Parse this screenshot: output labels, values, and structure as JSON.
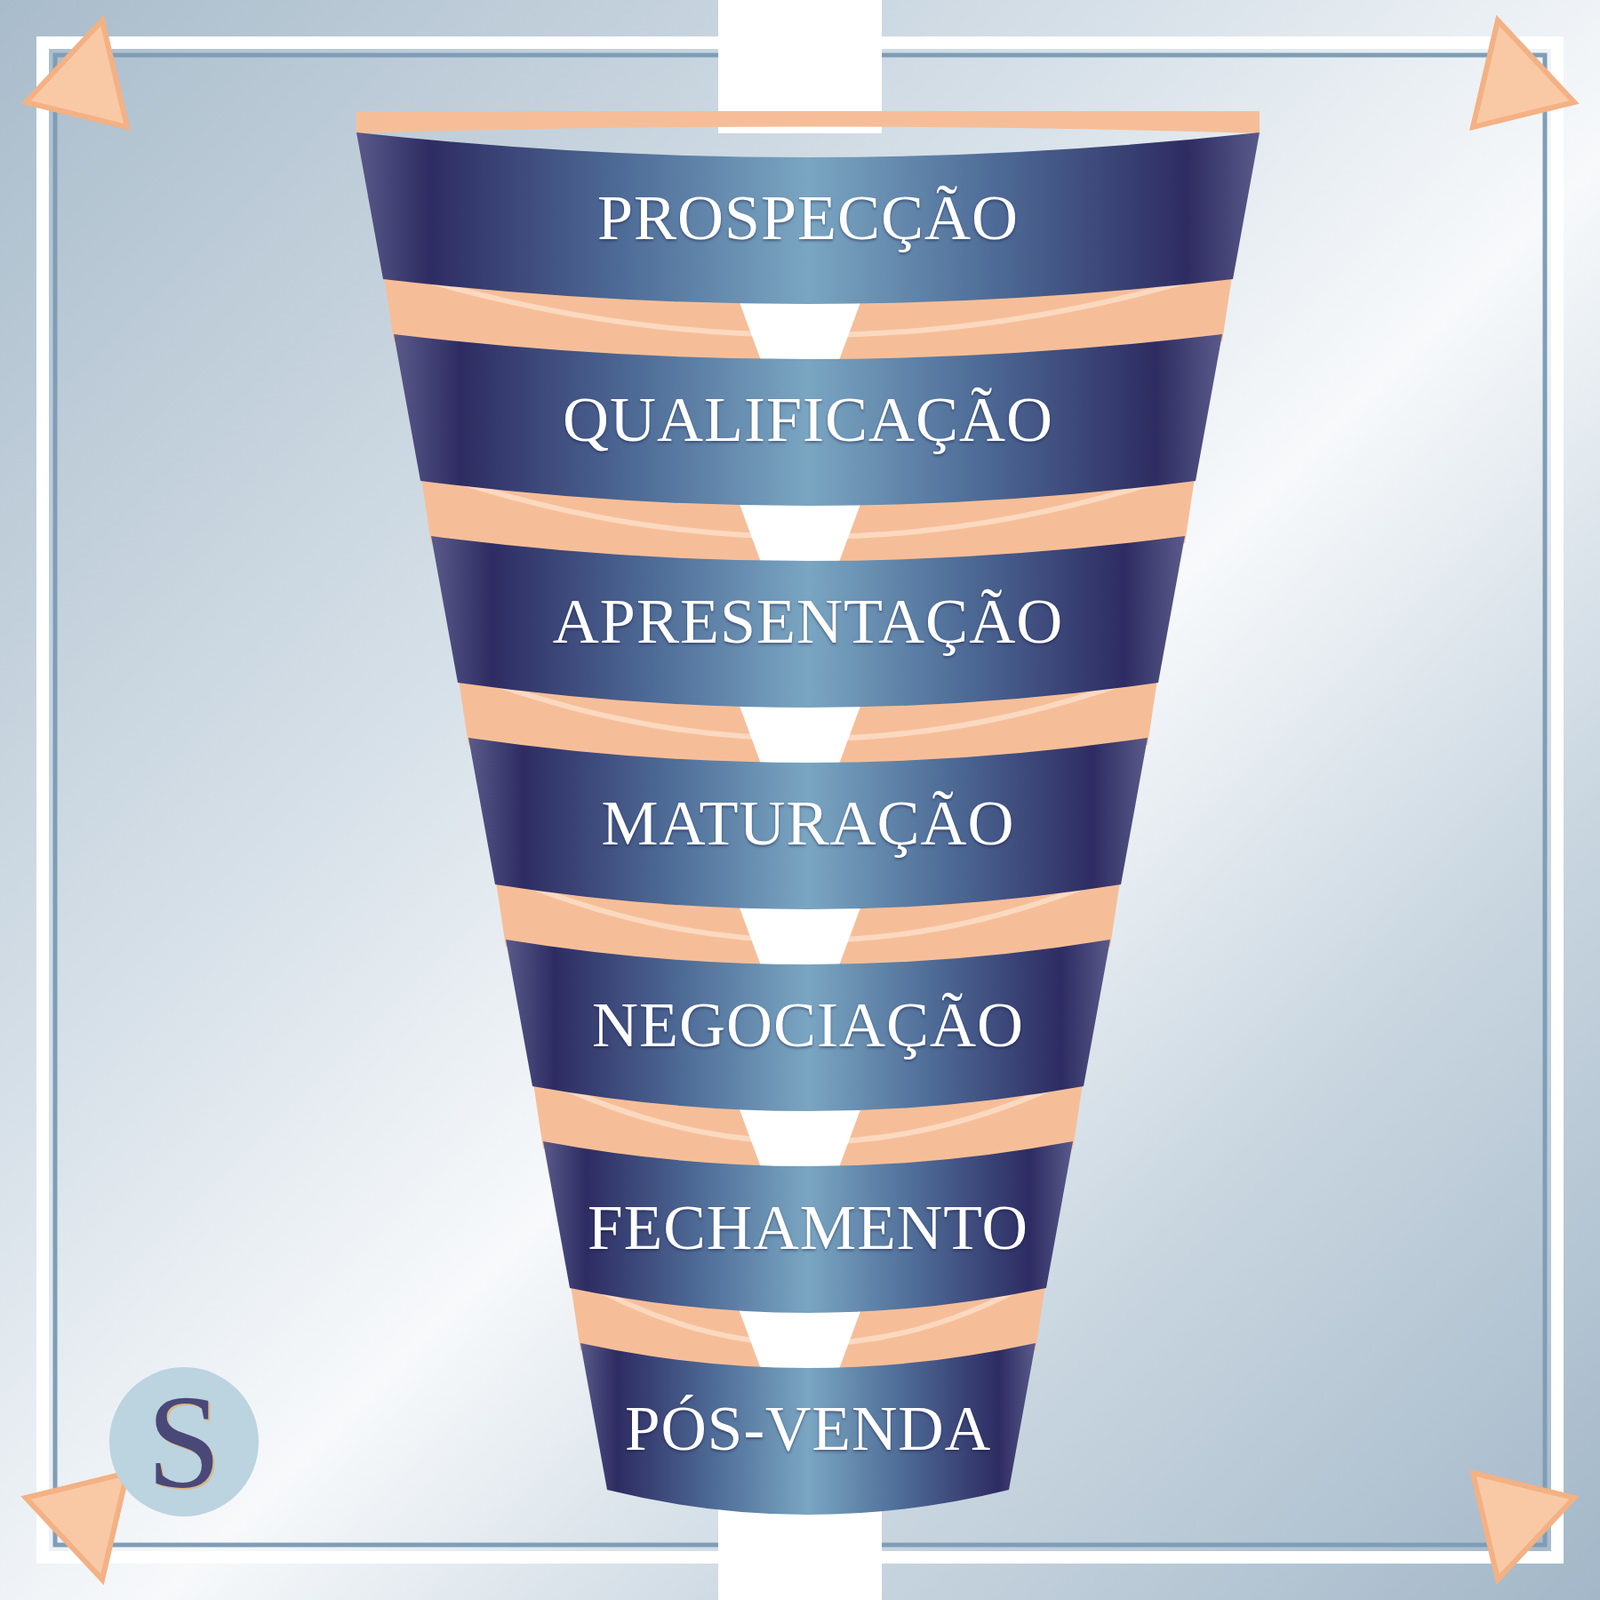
{
  "diagram": {
    "nodes": [
      {
        "text": [
          "PROSPECÇÃO"
        ]
      },
      {
        "text": [
          "QUALIFICAÇÃO"
        ]
      },
      {
        "text": [
          "APRESENTAÇÃO"
        ]
      },
      {
        "text": [
          "MATURAÇÃO"
        ]
      },
      {
        "text": [
          "NEGOCIAÇÃO"
        ]
      },
      {
        "text": [
          "FECHAMENTO"
        ]
      },
      {
        "text": [
          "PÓS-VENDA"
        ]
      }
    ],
    "labels": [
      "S"
    ]
  }
}
